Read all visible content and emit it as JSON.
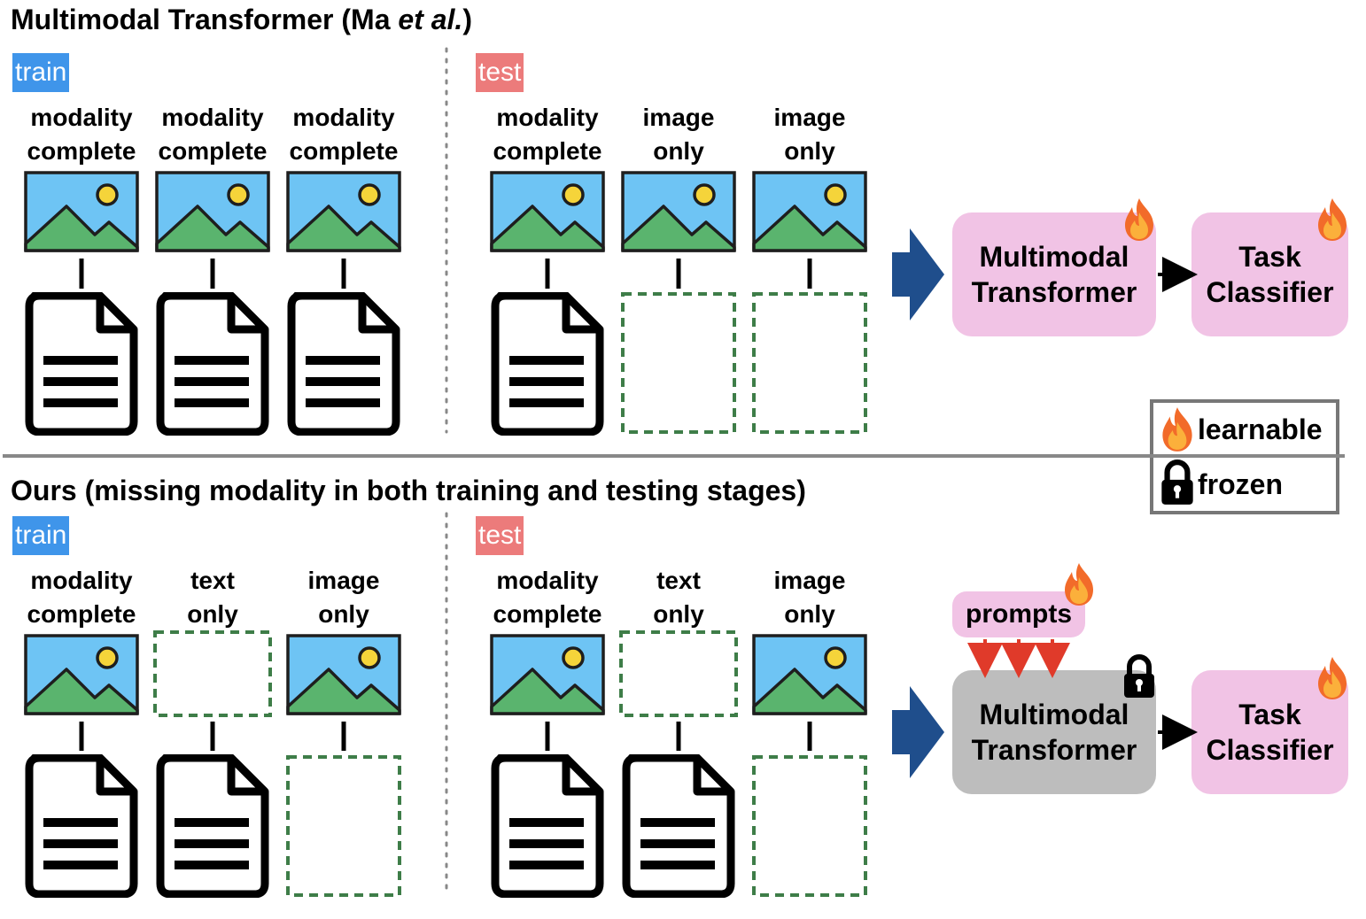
{
  "top": {
    "title_prefix": "Multimodal Transformer (Ma ",
    "title_italic": "et al.",
    "title_suffix": ")",
    "train_tag": "train",
    "test_tag": "test",
    "train_labels": [
      [
        "modality",
        "complete"
      ],
      [
        "modality",
        "complete"
      ],
      [
        "modality",
        "complete"
      ]
    ],
    "test_labels": [
      [
        "modality",
        "complete"
      ],
      [
        "image",
        "only"
      ],
      [
        "image",
        "only"
      ]
    ],
    "transformer_label": [
      "Multimodal",
      "Transformer"
    ],
    "classifier_label": [
      "Task",
      "Classifier"
    ]
  },
  "bottom": {
    "title": "Ours (missing modality in both training and testing stages)",
    "train_tag": "train",
    "test_tag": "test",
    "train_labels": [
      [
        "modality",
        "complete"
      ],
      [
        "text",
        "only"
      ],
      [
        "image",
        "only"
      ]
    ],
    "test_labels": [
      [
        "modality",
        "complete"
      ],
      [
        "text",
        "only"
      ],
      [
        "image",
        "only"
      ]
    ],
    "prompts_label": "prompts",
    "transformer_label": [
      "Multimodal",
      "Transformer"
    ],
    "classifier_label": [
      "Task",
      "Classifier"
    ]
  },
  "legend": {
    "learnable": "learnable",
    "frozen": "frozen"
  },
  "colors": {
    "train_tag": "#3f95ea",
    "test_tag": "#ec7b7b",
    "pink_box": "#f1c3e5",
    "gray_box": "#bdbdbd",
    "arrow_blue": "#1f4e8c",
    "missing_dash": "#3e7d48",
    "prompt_arrows": "#e03a2a",
    "image_sky": "#6ec4f4",
    "image_mountain": "#5ab46e",
    "image_sun": "#f5d43a"
  },
  "icons": [
    "image-icon",
    "document-icon",
    "fire-icon",
    "lock-icon",
    "right-arrow-icon"
  ]
}
